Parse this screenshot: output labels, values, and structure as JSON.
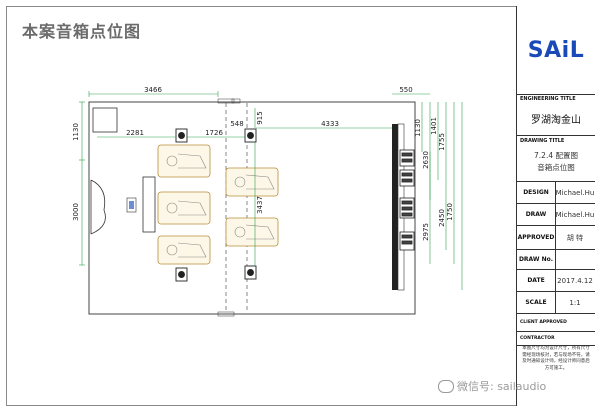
{
  "page_title": "本案音箱点位图",
  "dimensions": {
    "top_overall": "3466",
    "top_right": "550",
    "left_overall_top": "1130",
    "left_overall_mid": "3000",
    "seg_2281": "2281",
    "seg_1726": "1726",
    "seg_548": "548",
    "seg_915": "915",
    "seg_4333": "4333",
    "seg_3437": "3437",
    "right_1130": "1130",
    "right_1401": "1401",
    "right_1755": "1755",
    "right_2630": "2630",
    "right_2975": "2975",
    "right_2450": "2450",
    "right_1750": "1750"
  },
  "title_block": {
    "logo": "SAiL",
    "engineering_title_label": "ENGINEERING TITLE",
    "engineering_title_value": "罗湖淘金山",
    "drawing_title_label": "DRAWING TITLE",
    "drawing_title_line1": "7.2.4 配置图",
    "drawing_title_line2": "音箱点位图",
    "design_label": "DESIGN",
    "design_value": "Michael.Hu",
    "draw_label": "DRAW",
    "draw_value": "Michael.Hu",
    "approved_label": "APPROVED",
    "approved_value": "胡 特",
    "draw_no_label": "DRAW No.",
    "draw_no_value": "",
    "date_label": "DATE",
    "date_value": "2017.4.12",
    "scale_label": "SCALE",
    "scale_value": "1:1",
    "client_label": "CLIENT APPROVED",
    "contractor_label": "CONTRACTOR",
    "notes": "本图尺寸均为设计尺寸，所有尺寸需经现场核对，若与现场不符，请及时通知设计师，经设计师同意后方可施工。"
  },
  "watermark": "微信号: sailaudio"
}
